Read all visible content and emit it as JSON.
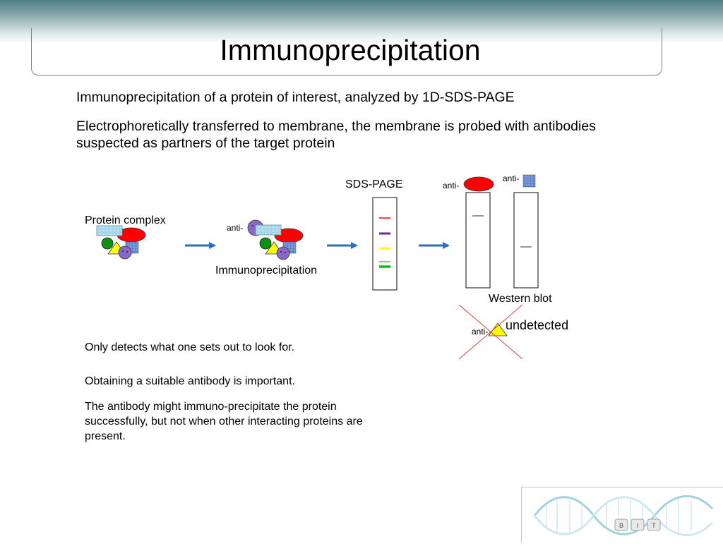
{
  "slide": {
    "title": "Immunoprecipitation",
    "intro_line_1": "Immunoprecipitation of a protein of interest, analyzed by 1D-SDS-PAGE",
    "intro_line_2": "Electrophoretically transferred to membrane, the membrane is probed with antibodies suspected as partners of the target protein"
  },
  "diagram": {
    "protein_complex_label": "Protein complex",
    "anti_prefix": "anti-",
    "immunoprecipitation_label": "Immunoprecipitation",
    "sds_page_label": "SDS-PAGE",
    "western_blot_label": "Western blot",
    "undetected_label": "undetected",
    "colors": {
      "red_protein": "#ff0000",
      "purple_protein": "#8a68c8",
      "yellow_protein": "#ffff00",
      "green_protein": "#109010",
      "blue_protein": "#6f8fc8",
      "light_blue_protein": "#a6d6ea",
      "arrow_blue": "#2c6fc0",
      "cross_red": "#e04040"
    }
  },
  "notes": {
    "note_1": "Only detects what one sets out to look for.",
    "note_2": "Obtaining a suitable antibody is important.",
    "note_3": "The antibody might immuno-precipitate  the protein successfully, but not when other interacting proteins are present."
  },
  "logo": {
    "letters": [
      "B",
      "I",
      "T"
    ]
  }
}
